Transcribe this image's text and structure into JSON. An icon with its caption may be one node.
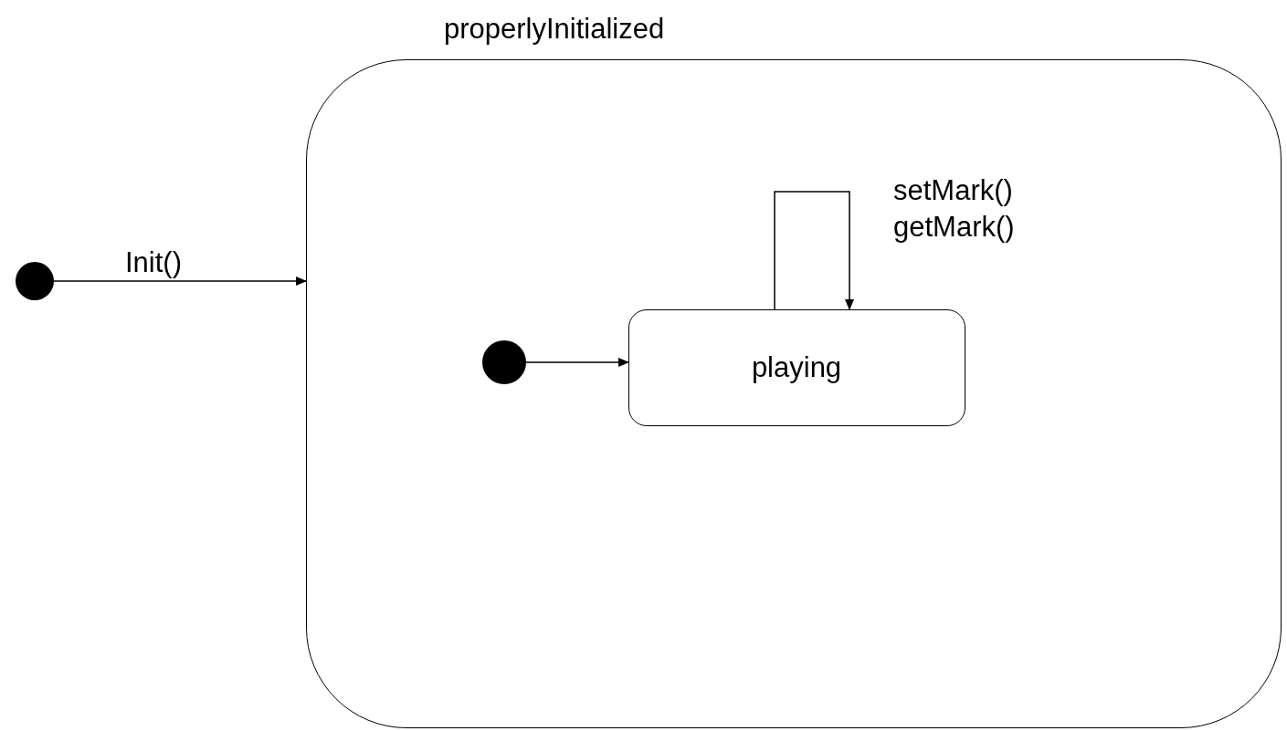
{
  "diagram": {
    "nodes": [
      {
        "text": [
          "properlyInitialized"
        ]
      },
      {
        "text": [],
        "shape": "circle"
      },
      {
        "text": [],
        "shape": "circle",
        "in": 0
      },
      {
        "text": [
          "playing"
        ],
        "in": 0
      }
    ],
    "edges": [
      {
        "from": 1,
        "to": 0,
        "arrow": "to",
        "label": "Init()"
      },
      {
        "from": 2,
        "to": 3,
        "arrow": "to"
      },
      {
        "from": 3,
        "to": 3,
        "arrow": "to",
        "label": "setMark() getMark()"
      }
    ]
  }
}
